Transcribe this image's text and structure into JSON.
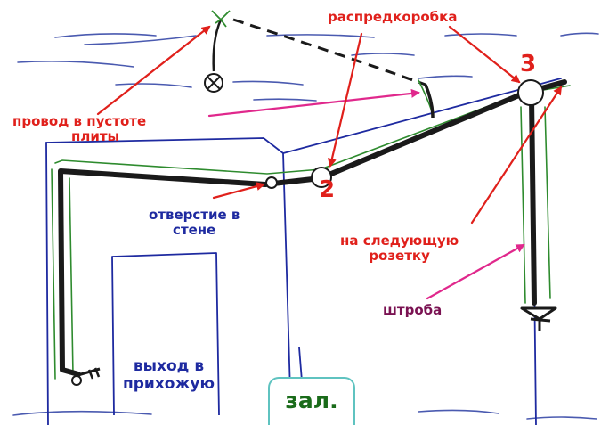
{
  "labels": {
    "junction_box": "распредкоробка",
    "wire_in_slab_line1": "провод в пустоте",
    "wire_in_slab_line2": "плиты",
    "hole_in_wall_line1": "отверстие в",
    "hole_in_wall_line2": "стене",
    "next_socket_line1": "на следующую",
    "next_socket_line2": "розетку",
    "chase": "штроба",
    "exit_line1": "выход в",
    "exit_line2": "прихожую",
    "hall": "зал."
  },
  "markers": {
    "box_two": "2",
    "box_three": "3"
  },
  "colors": {
    "wire": "#1a1a1a",
    "chase_outline": "#2e8b2e",
    "wall_lines": "#1e2aa0",
    "annotation_red": "#e0201b",
    "annotation_magenta": "#e0288c",
    "hall_text": "#1a6b1a"
  },
  "icons": [
    "ceiling-lamp-icon",
    "switch-icon",
    "socket-icon",
    "junction-box-icon"
  ]
}
